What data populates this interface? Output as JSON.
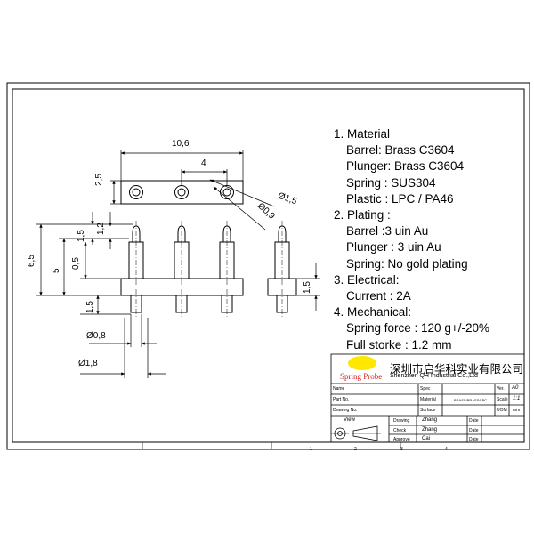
{
  "drawing": {
    "dims": {
      "overall_length": "10,6",
      "pitch": "4",
      "height_2_5": "2,5",
      "dia_1_5": "Ø1,5",
      "dia_0_9": "Ø0,9",
      "dim_1_5_top": "1,5",
      "dim_1_2": "1,2",
      "dim_6_5": "6,5",
      "dim_5": "5",
      "dim_0_5": "0,5",
      "dim_1_5_low": "1,5",
      "dim_1_5_right": "1,5",
      "dia_0_8": "Ø0,8",
      "dia_1_8": "Ø1,8"
    }
  },
  "specs": [
    {
      "heading": "1. Material",
      "items": [
        "Barrel: Brass C3604",
        "Plunger: Brass C3604",
        "Spring : SUS304",
        "Plastic : LPC / PA46"
      ]
    },
    {
      "heading": "2. Plating :",
      "items": [
        "Barrel :3 uin Au",
        "Plunger : 3 uin Au",
        "Spring: No gold plating"
      ]
    },
    {
      "heading": "3. Electrical:",
      "items": [
        "Current : 2A"
      ]
    },
    {
      "heading": "4. Mechanical:",
      "items": [
        "Spring force : 120 g+/-20%",
        "Full storke : 1.2 mm"
      ]
    }
  ],
  "title_block": {
    "logo": "Spring Probe",
    "company_cn": "深圳市启华科实业有限公司",
    "company_en": "Shenzhen QH Industrial Co.,Ltd",
    "name_label": "Name",
    "part_no_label": "Part No.",
    "drawing_no_label": "Drawing No.",
    "spec_label": "Spec",
    "material_label": "Material",
    "material_value": "BRASS/BRASS/LPC",
    "surface_label": "Surface",
    "ver_label": "Ver.",
    "ver_value": "A0",
    "scale_label": "Scale",
    "scale_value": "1:1",
    "uom_label": "UOM",
    "uom_value": "mm",
    "view_label": "View",
    "drawing_label": "Drawing",
    "drawing_by": "Zhang",
    "check_label": "Check",
    "check_by": "Zhang",
    "approve_label": "Approve",
    "approve_by": "Cai",
    "date_label": "Date"
  },
  "border_marks": [
    "1",
    "2",
    "3",
    "4"
  ]
}
